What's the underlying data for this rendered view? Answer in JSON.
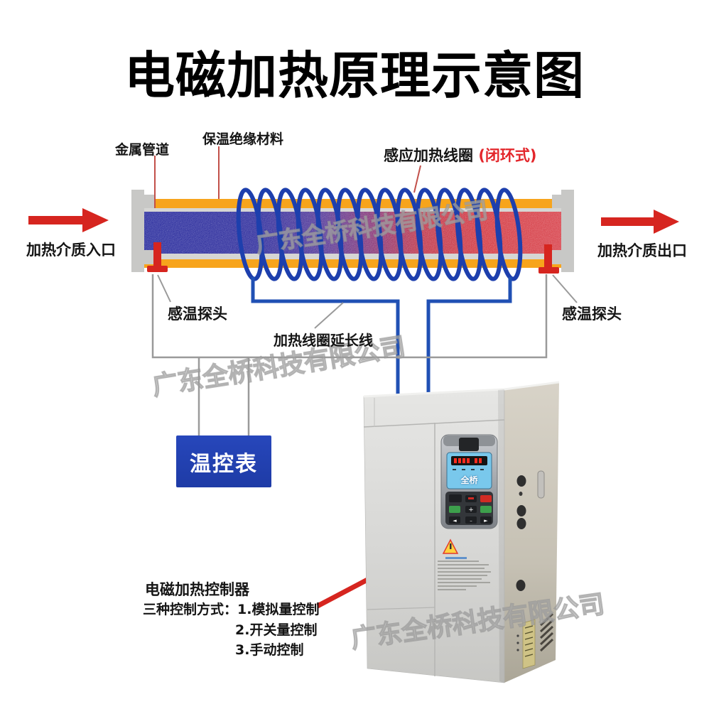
{
  "title": "电磁加热原理示意图",
  "watermark": {
    "text": "广东全桥科技有限公司"
  },
  "pipe": {
    "labels": {
      "metal_pipe": "金属管道",
      "insulation": "保温绝缘材料",
      "coil_name": "感应加热线圈",
      "coil_type": "(闭环式)",
      "inlet": "加热介质入口",
      "outlet": "加热介质出口",
      "probe_left": "感温探头",
      "probe_right": "感温探头",
      "coil_extension": "加热线圈延长线"
    }
  },
  "temp_meter": {
    "label": "温控表"
  },
  "controller": {
    "title": "电磁加热控制器",
    "modes_intro_and_first": "三种控制方式：1.模拟量控制",
    "mode2": "2.开关量控制",
    "mode3": "3.手动控制",
    "panel": {
      "brand": "全桥",
      "key_plus": "+",
      "key_left": "◄",
      "key_right": "►",
      "key_dash": "–"
    }
  },
  "colors": {
    "accent_red": "#d6251f",
    "label_red": "#e3262b",
    "leader_red": "#c2504a",
    "insulation_orange": "#f7a41c",
    "pipe_gray": "#d6d6d4",
    "flange_gray": "#c8c8c6",
    "medium_cold_blue": "#2c2f9f",
    "medium_hot_red": "#d8454e",
    "coil_blue": "#1d3fad",
    "wire_blue": "#2050b4",
    "wire_gray": "#9a9a9a",
    "meter_box_blue": "#2343b4",
    "cabinet_front": "#dcdcda",
    "cabinet_side": "#c9c4b8",
    "panel_screen_blue": "#79c8ec"
  }
}
